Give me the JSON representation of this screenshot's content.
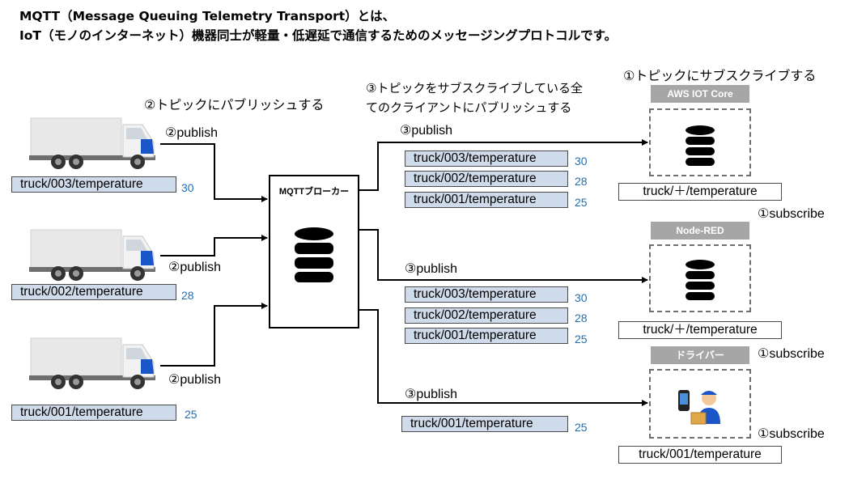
{
  "header": {
    "line1": "MQTT（Message Queuing Telemetry Transport）とは、",
    "line2": "IoT（モノのインターネット）機器同士が軽量・低遅延で通信するためのメッセージングプロトコルです。"
  },
  "labels": {
    "publish_step": "②トピックにパブリッシュする",
    "broker_step": "③トピックをサブスクライブしている全\nてのクライアントにパブリッシュする",
    "broker_step_1": "③トピックをサブスクライブしている全",
    "broker_step_2": "てのクライアントにパブリッシュする",
    "subscribe_step": "①トピックにサブスクライブする",
    "broker_name": "MQTTブローカー"
  },
  "trucks": [
    {
      "publish": "②publish",
      "topic": "truck/003/temperature",
      "value": "30"
    },
    {
      "publish": "②publish",
      "topic": "truck/002/temperature",
      "value": "28"
    },
    {
      "publish": "②publish",
      "topic": "truck/001/temperature",
      "value": "25"
    }
  ],
  "subscribers": [
    {
      "header": "AWS IOT Core",
      "publish": "③publish",
      "subscription": "truck/＋/temperature",
      "subscribe": "①subscribe",
      "messages": [
        {
          "topic": "truck/003/temperature",
          "value": "30"
        },
        {
          "topic": "truck/002/temperature",
          "value": "28"
        },
        {
          "topic": "truck/001/temperature",
          "value": "25"
        }
      ]
    },
    {
      "header": "Node-RED",
      "publish": "③publish",
      "subscription": "truck/＋/temperature",
      "subscribe": "①subscribe",
      "messages": [
        {
          "topic": "truck/003/temperature",
          "value": "30"
        },
        {
          "topic": "truck/002/temperature",
          "value": "28"
        },
        {
          "topic": "truck/001/temperature",
          "value": "25"
        }
      ]
    },
    {
      "header": "ドライバー",
      "publish": "③publish",
      "subscription": "truck/001/temperature",
      "subscribe": "①subscribe",
      "messages": [
        {
          "topic": "truck/001/temperature",
          "value": "25"
        }
      ]
    }
  ],
  "colors": {
    "topic_fill": "#cfdbea",
    "value_text": "#1f6fb5",
    "header_fill": "#a6a6a6",
    "truck_cab": "#1a56c7"
  },
  "icons": [
    "truck-icon",
    "database-icon",
    "driver-icon"
  ]
}
